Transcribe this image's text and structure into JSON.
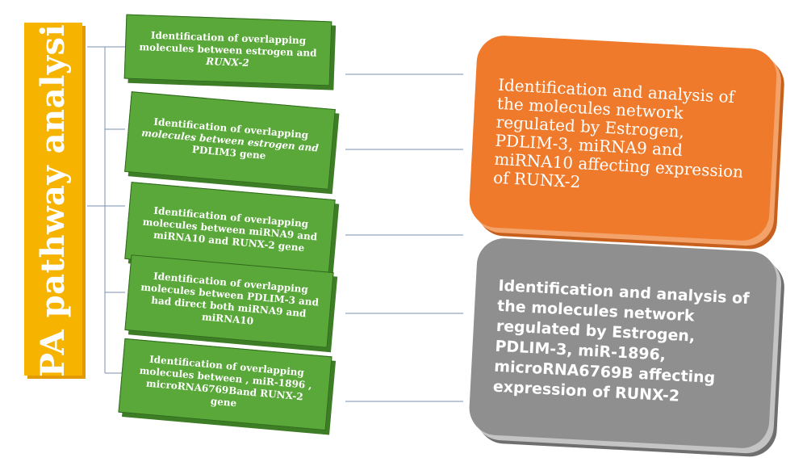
{
  "title": "IPA pathway analysis",
  "steps": [
    {
      "line1": "Identification of overlapping",
      "line2": "molecules between estrogen and",
      "line3": "RUNX-2",
      "line4": ""
    },
    {
      "line1": "Identification of overlapping",
      "line2": "molecules between estrogen and",
      "line3": "PDLIM3 gene",
      "line4": ""
    },
    {
      "line1": "Identification of overlapping",
      "line2": "molecules between miRNA9 and",
      "line3": "miRNA10 and RUNX-2 gene",
      "line4": ""
    },
    {
      "line1": "Identification of overlapping",
      "line2": "molecules between PDLIM-3 and",
      "line3": "had direct both miRNA9 and",
      "line4": "miRNA10"
    },
    {
      "line1": "Identification of overlapping",
      "line2": "molecules between , miR-1896 ,",
      "line3": "microRNA6769Band RUNX-2 gene",
      "line4": ""
    }
  ],
  "results": {
    "orange": "Identification and analysis of the molecules network regulated by Estrogen, PDLIM-3, miRNA9 and miRNA10 affecting expression of RUNX-2",
    "gray": "Identification and analysis of the molecules network regulated by Estrogen, PDLIM-3, miR-1896, microRNA6769B affecting expression of RUNX-2"
  },
  "colors": {
    "title_bar": "#f6b400",
    "step_box": "#5aa83a",
    "result_orange": "#ef7a2b",
    "result_gray": "#8f8f8f",
    "connector": "#7a8fb0"
  }
}
